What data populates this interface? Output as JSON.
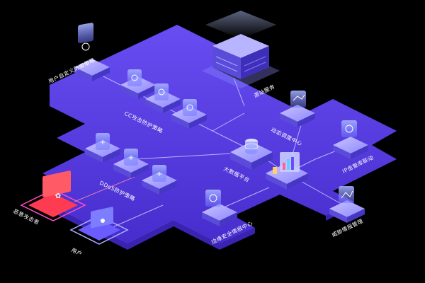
{
  "labels": {
    "custom_protection": "用户自定义防御策略",
    "cc_protection": "CC攻击防护策略",
    "ddos_protection": "DDoS防护策略",
    "bigdata_platform": "大数据平台",
    "dynamic_schedule": "动态调度中心",
    "ip_reputation": "IP信誉库联动",
    "edge_intel": "边缘安全情报中心",
    "threat_mgmt": "威胁情报管理",
    "service_node": "源站服务",
    "attacker": "恶意攻击者",
    "user": "用户"
  },
  "colors": {
    "platform": "#5b3ff0",
    "platform_top": "#6a4bff",
    "node": "#8f86ff",
    "attacker": "#ff3b52",
    "panel": "#9aa4ff"
  }
}
